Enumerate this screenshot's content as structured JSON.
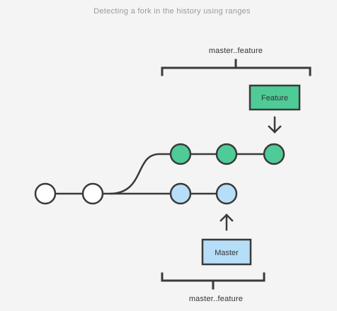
{
  "diagram": {
    "title": "Detecting a fork in the history using ranges",
    "top_range_label": "master..feature",
    "bottom_range_label": "master..feature",
    "feature_label": "Feature",
    "master_label": "Master"
  },
  "colors": {
    "background": "#f4f4f4",
    "stroke": "#3a3a3a",
    "base_commit": "#ffffff",
    "feature": "#4ecb96",
    "master": "#b6def8"
  },
  "commits": {
    "base": [
      "commit-1",
      "commit-2"
    ],
    "feature": [
      "feature-commit-1",
      "feature-commit-2",
      "feature-commit-3"
    ],
    "master": [
      "master-commit-1",
      "master-commit-2"
    ]
  }
}
